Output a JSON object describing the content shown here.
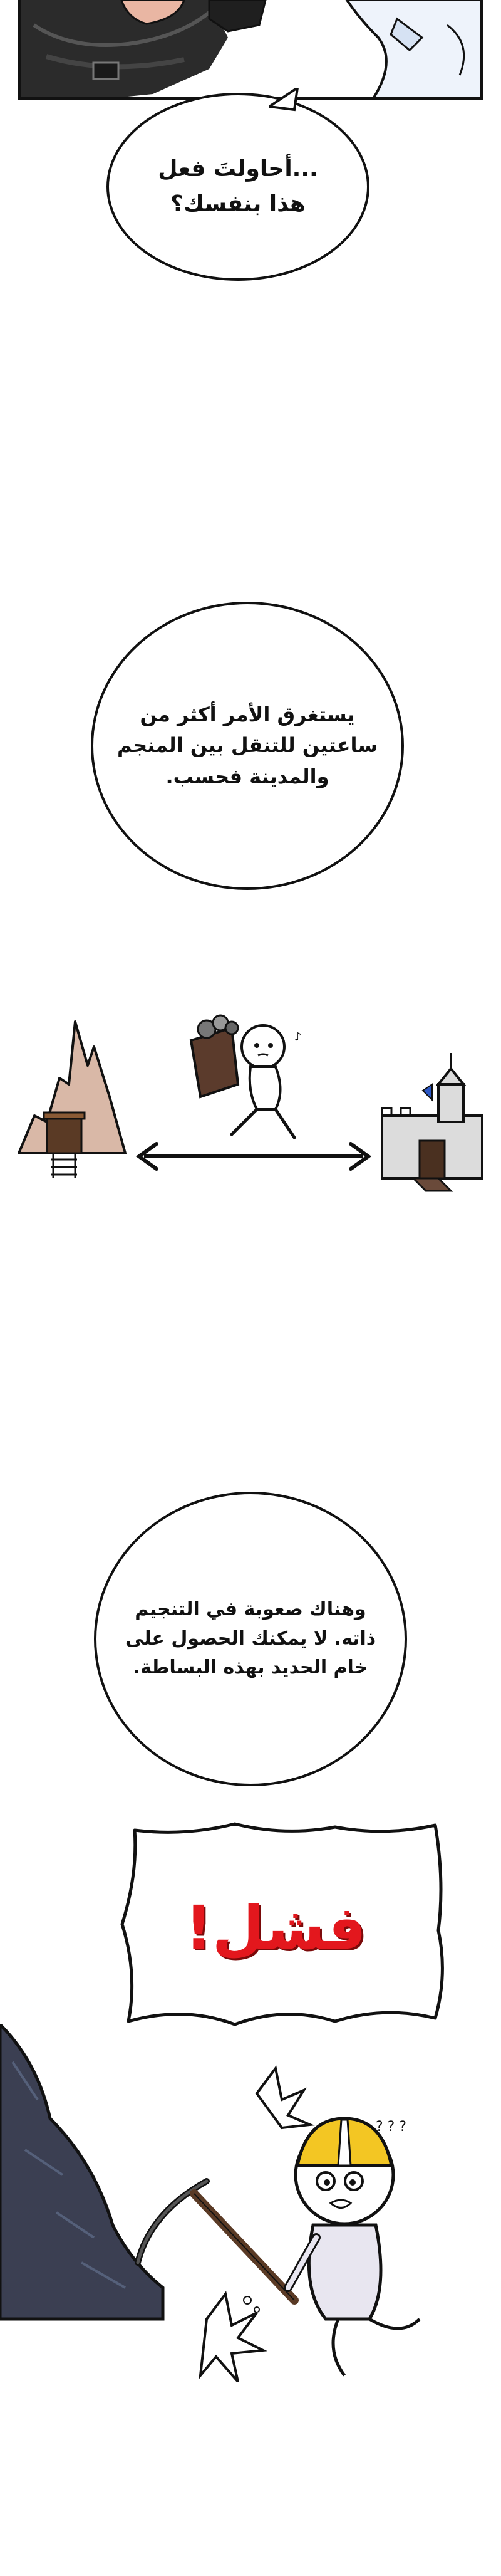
{
  "panel1": {
    "bubble_text": "...أحاولتَ فعل\nهذا بنفسك؟"
  },
  "bubble2": {
    "text": "يستغرق الأمر أكثر من\nساعتين للتنقل بين المنجم\nوالمدينة فحسب."
  },
  "bubble3": {
    "text": "وهناك صعوبة في التنجيم\nذاته. لا يمكنك الحصول على\nخام الحديد بهذه البساطة."
  },
  "shout": {
    "text": "فشل!"
  },
  "colors": {
    "outline": "#111111",
    "shout_red": "#e3171d",
    "mountain": "#d9b8a7",
    "rock": "#3b3f52",
    "helmet": "#f3c623",
    "flag_blue": "#2b57c5"
  }
}
